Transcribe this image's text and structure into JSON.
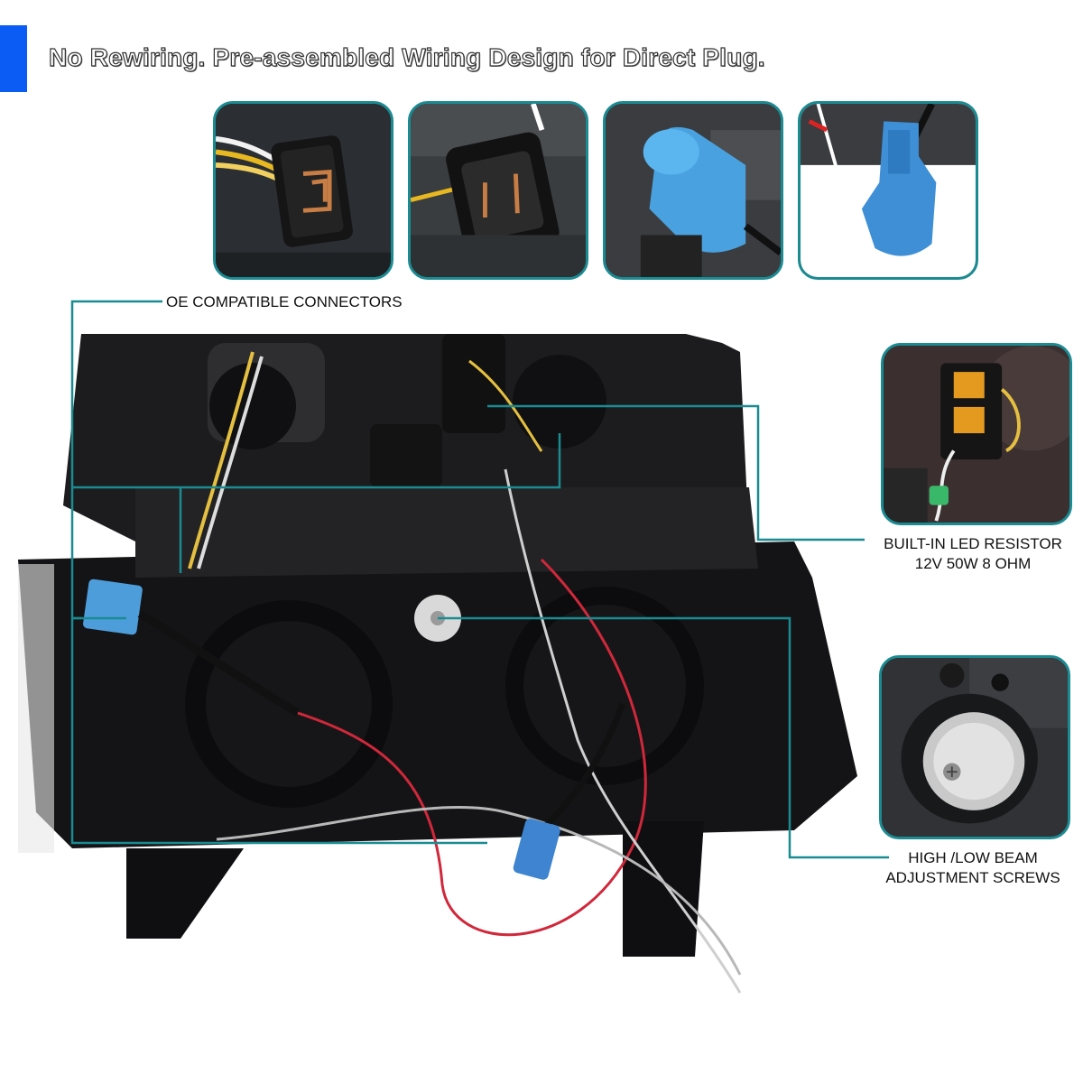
{
  "headline": "No Rewiring. Pre-assembled Wiring Design for Direct Plug.",
  "callouts": {
    "oe_connectors": "OE COMPATIBLE CONNECTORS",
    "resistor_line1": "BUILT-IN LED RESISTOR",
    "resistor_line2": "12V 50W 8 OHM",
    "adjust_line1": "HIGH /LOW BEAM",
    "adjust_line2": "ADJUSTMENT SCREWS"
  },
  "colors": {
    "accent": "#0a5cf5",
    "frame": "#1b8b92",
    "connector_blue": "#3f9bd8"
  },
  "thumbnails": [
    {
      "icon": "plug-connector-icon"
    },
    {
      "icon": "socket-connector-icon"
    },
    {
      "icon": "blue-9006-plug-icon"
    },
    {
      "icon": "blue-socket-icon"
    }
  ]
}
